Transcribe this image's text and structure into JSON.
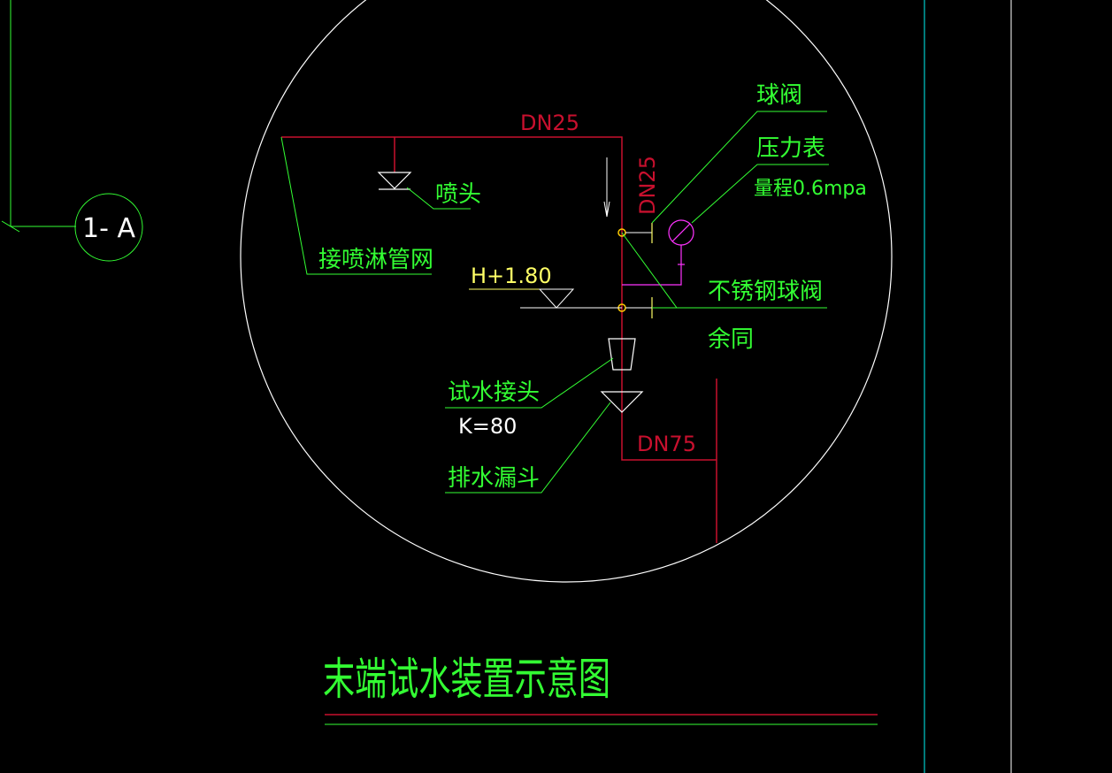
{
  "drawing": {
    "title": "末端试水装置示意图",
    "grid_bubble": "1- A",
    "pipe_top_size": "DN25",
    "pipe_vertical_size": "DN25",
    "drain_size": "DN75",
    "elevation": "H+1.80",
    "coefficient": "K=80"
  },
  "labels": {
    "ball_valve": "球阀",
    "pressure_gauge": "压力表",
    "gauge_range": "量程0.6mpa",
    "sprinkler_head": "喷头",
    "sprinkler_network": "接喷淋管网",
    "stainless_ball_valve": "不锈钢球阀",
    "rest_same": "余同",
    "test_connector": "试水接头",
    "drain_funnel": "排水漏斗"
  },
  "colors": {
    "background": "#000000",
    "linework": "#ffffff",
    "pipe": "#c8102e",
    "annotation": "#33ff33",
    "dimension": "#ffff66",
    "gauge": "#ff33ff",
    "border": "#00cccc"
  }
}
